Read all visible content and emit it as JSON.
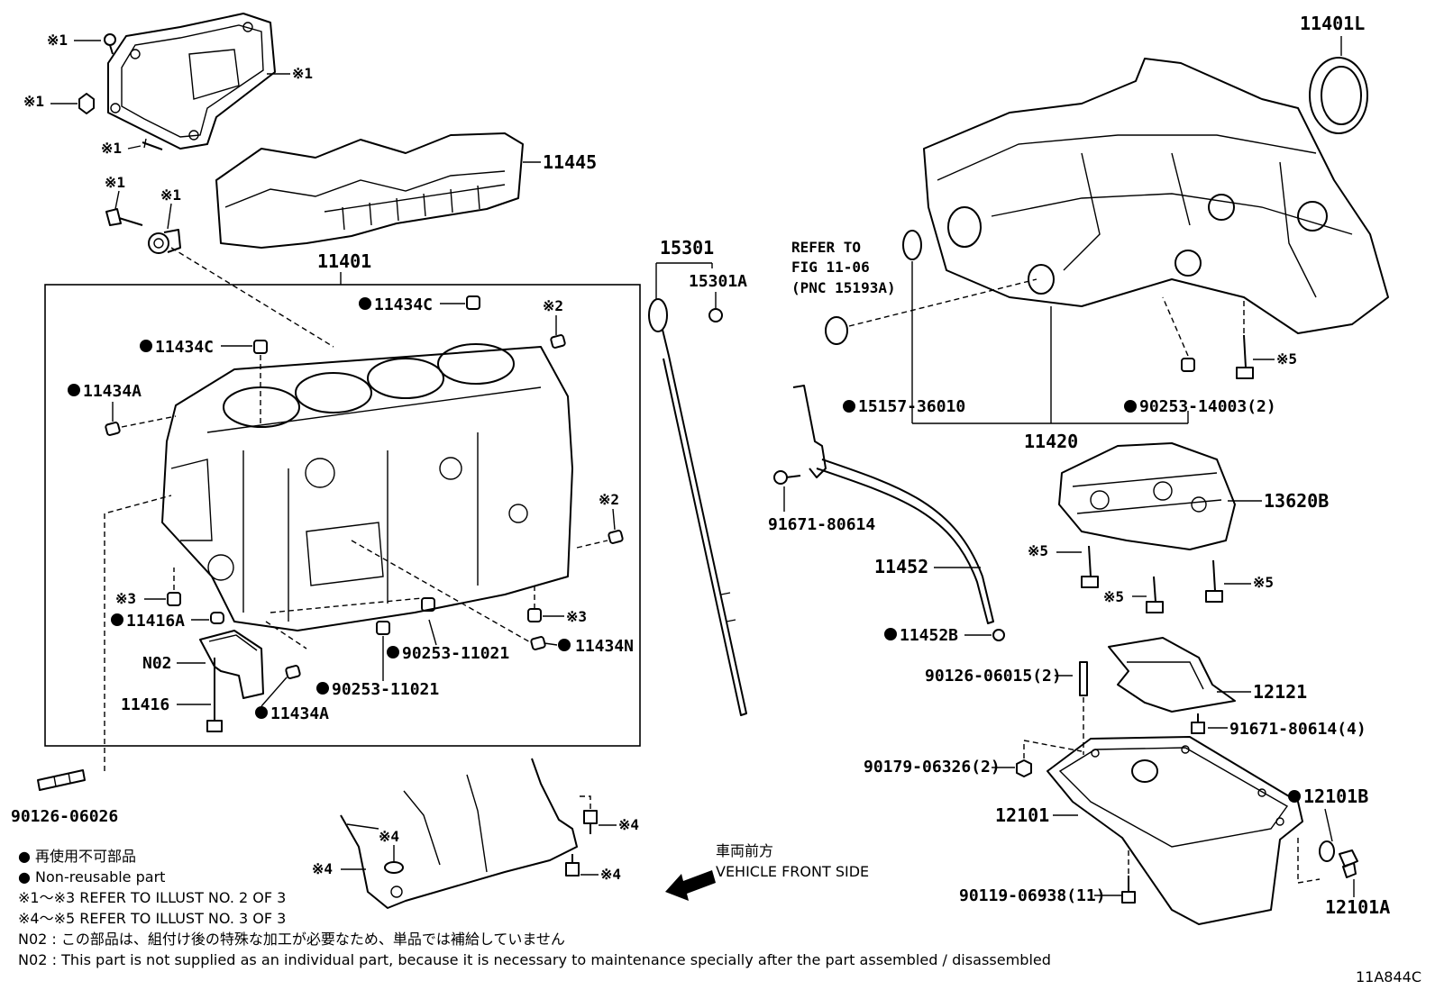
{
  "labels": {
    "p11401L": "11401L",
    "p11445": "11445",
    "p11401": "11401",
    "p15301": "15301",
    "p15301A": "15301A",
    "p11434C_1": "11434C",
    "p11434C_2": "11434C",
    "p11434A_1": "11434A",
    "p11434A_2": "11434A",
    "p11416A": "11416A",
    "p11416": "11416",
    "pN02": "N02",
    "p90253_11021_a": "90253-11021",
    "p90253_11021_b": "90253-11021",
    "p11434N": "11434N",
    "p90126_06026": "90126-06026",
    "p15157_36010": "15157-36010",
    "p90253_14003": "90253-14003(2)",
    "p11420": "11420",
    "p91671_80614": "91671-80614",
    "p13620B": "13620B",
    "p11452": "11452",
    "p11452B": "11452B",
    "p90126_06015": "90126-06015(2)",
    "p12121": "12121",
    "p91671_80614_4": "91671-80614(4)",
    "p90179_06326": "90179-06326(2)",
    "p12101B": "12101B",
    "p12101": "12101",
    "p90119_06938": "90119-06938(11)",
    "p12101A": "12101A",
    "ref1": "REFER TO",
    "ref2": "FIG 11-06",
    "ref3": "(PNC 15193A)",
    "m1a": "※1",
    "m1b": "※1",
    "m1c": "※1",
    "m1d": "※1",
    "m1e": "※1",
    "m1f": "※1",
    "m2a": "※2",
    "m2b": "※2",
    "m3a": "※3",
    "m3b": "※3",
    "m4a": "※4",
    "m4b": "※4",
    "m4c": "※4",
    "m4d": "※4",
    "m5a": "※5",
    "m5b": "※5",
    "m5c": "※5",
    "m5d": "※5",
    "front_jp": "車両前方",
    "front_en": "VEHICLE FRONT SIDE",
    "code": "11A844C"
  },
  "legend": {
    "line1": "● 再使用不可部品",
    "line2": "● Non-reusable part",
    "line3": "※1～※3  REFER TO ILLUST NO. 2 OF 3",
    "line4": "※4～※5  REFER TO ILLUST NO. 3 OF 3",
    "line5": "N02 : この部品は、組付け後の特殊な加工が必要なため、単品では補給していません",
    "line6": "N02 : This part is not supplied as an individual part, because it is necessary to maintenance specially after the part assembled / disassembled"
  }
}
